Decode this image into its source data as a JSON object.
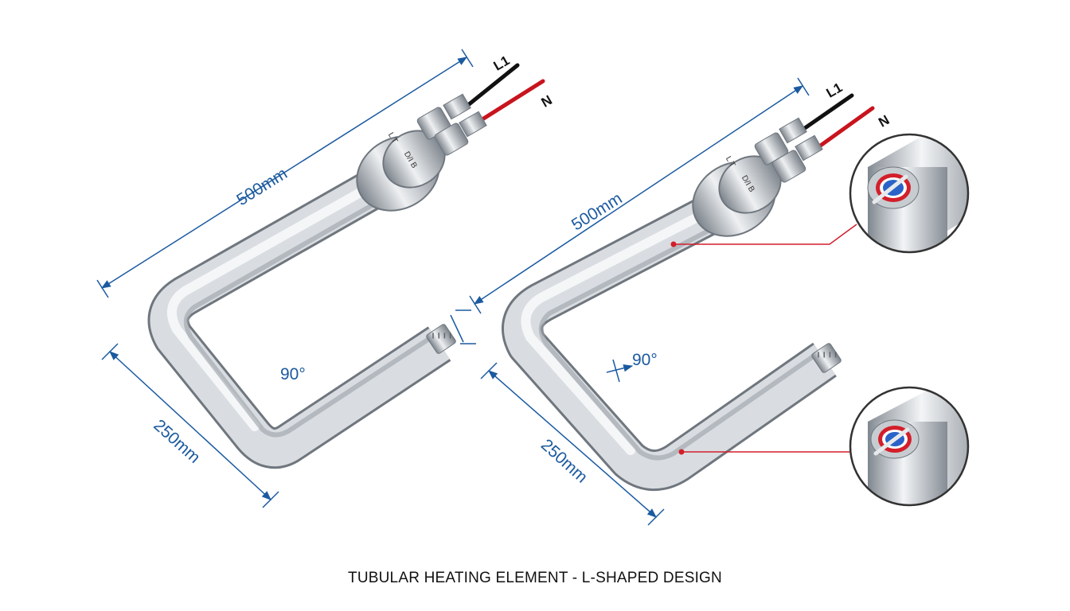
{
  "colors": {
    "dimension": "#1b5aa0",
    "callout": "#d21f2a",
    "wire_live": "#111111",
    "wire_neutral": "#c8141e",
    "insulation": "#2a63c8",
    "steel_light": "#f4f6f8",
    "steel_dark": "#8e959d"
  },
  "left": {
    "length_label": "500mm",
    "leg_label": "250mm",
    "angle_label": "90°",
    "wire_live_label": "L1",
    "wire_neutral_label": "N",
    "terminal_marks": [
      "L T",
      "D/I B"
    ]
  },
  "right": {
    "length_label": "500mm",
    "leg_label": "250mm",
    "angle_label": "90°",
    "wire_live_label": "L1",
    "wire_neutral_label": "N",
    "terminal_marks": [
      "L T",
      "D/I B"
    ],
    "detail_icons": [
      "cross-section-icon",
      "cross-section-icon"
    ]
  },
  "caption": "TUBULAR HEATING ELEMENT - L-SHAPED DESIGN"
}
